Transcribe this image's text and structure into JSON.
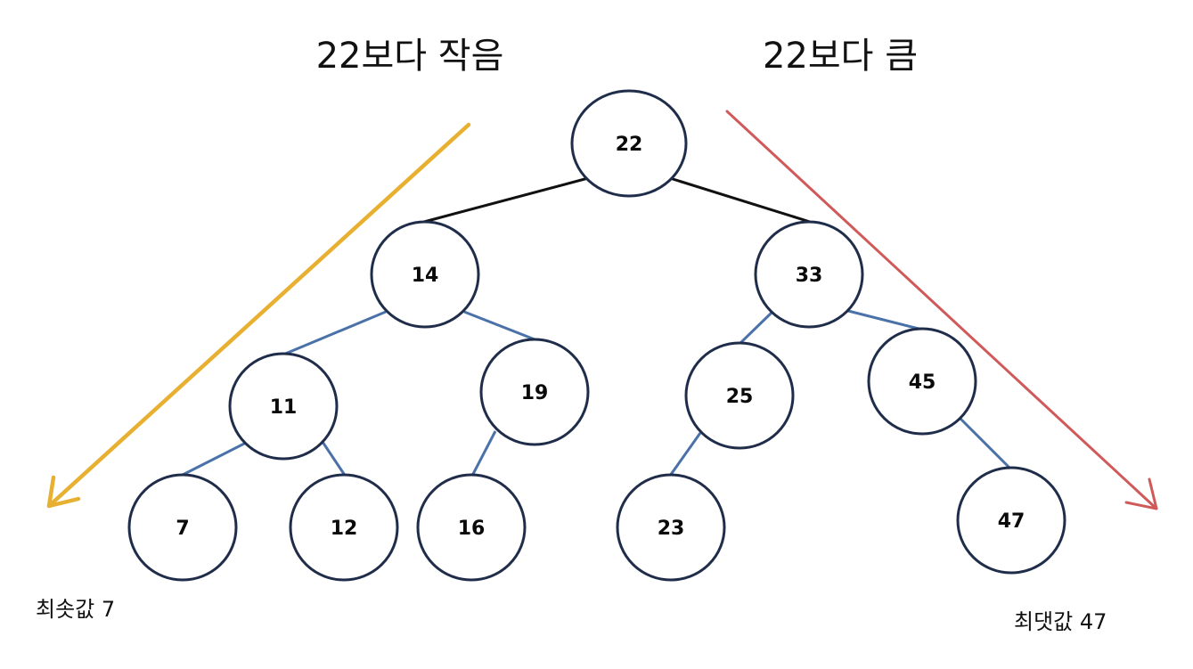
{
  "headings": {
    "left": "22보다 작음",
    "right": "22보다 큼"
  },
  "captions": {
    "min": "최솟값 7",
    "max": "최댓값 47"
  },
  "nodes": {
    "n22": "22",
    "n14": "14",
    "n33": "33",
    "n11": "11",
    "n19": "19",
    "n25": "25",
    "n45": "45",
    "n7": "7",
    "n12": "12",
    "n16": "16",
    "n23": "23",
    "n47": "47"
  },
  "colors": {
    "node_stroke": "#1f2d4a",
    "root_edge": "#111111",
    "child_edge": "#4a72a8",
    "left_arrow": "#e8b030",
    "right_arrow": "#d05a5a"
  }
}
